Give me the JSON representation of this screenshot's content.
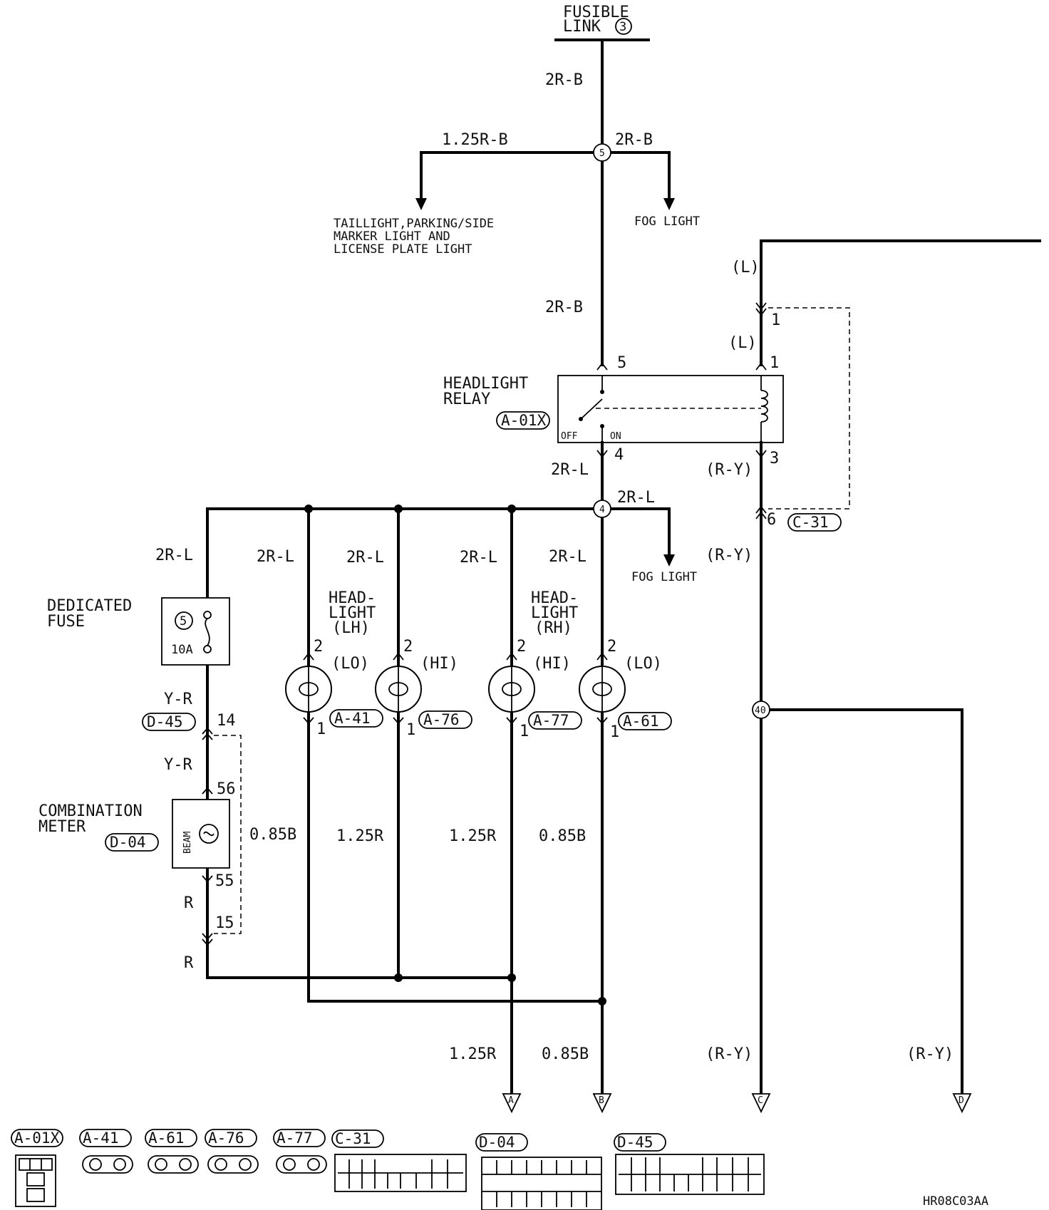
{
  "fusible_link": {
    "line1": "FUSIBLE",
    "line2": "LINK",
    "num": "3"
  },
  "wires": {
    "w2rb": "2R-B",
    "w125rb": "1.25R-B",
    "w2rl": "2R-L",
    "w085b": "0.85B",
    "w125r": "1.25R",
    "wL": "(L)",
    "wRY": "(R-Y)",
    "wYR": "Y-R",
    "wR": "R"
  },
  "destinations": {
    "tail_1": "TAILLIGHT,PARKING/SIDE",
    "tail_2": "MARKER LIGHT AND",
    "tail_3": "LICENSE PLATE LIGHT",
    "fog": "FOG LIGHT"
  },
  "junctions": {
    "j5": "5",
    "j4": "4",
    "j40": "40"
  },
  "relay": {
    "line1": "HEADLIGHT",
    "line2": "RELAY",
    "connector": "A-01X",
    "off": "OFF",
    "on": "ON"
  },
  "pins": {
    "p1": "1",
    "p2": "2",
    "p3": "3",
    "p4": "4",
    "p5": "5",
    "p6": "6",
    "p14": "14",
    "p15": "15",
    "p55": "55",
    "p56": "56"
  },
  "fuse": {
    "line1": "DEDICATED",
    "line2": "FUSE",
    "num": "5",
    "rating": "10A"
  },
  "meter": {
    "line1": "COMBINATION",
    "line2": "METER",
    "connector": "D-04",
    "beam": "BEAM"
  },
  "headlights": {
    "lh_1": "HEAD-",
    "lh_2": "LIGHT",
    "lh_3": "(LH)",
    "rh_1": "HEAD-",
    "rh_2": "LIGHT",
    "rh_3": "(RH)",
    "lo": "(LO)",
    "hi": "(HI)"
  },
  "connectors": {
    "a01x": "A-01X",
    "a41": "A-41",
    "a61": "A-61",
    "a76": "A-76",
    "a77": "A-77",
    "c31": "C-31",
    "d04": "D-04",
    "d45": "D-45"
  },
  "outputs": {
    "a": "A",
    "b": "B",
    "c": "C",
    "d": "D"
  },
  "drawing_code": "HR08C03AA"
}
